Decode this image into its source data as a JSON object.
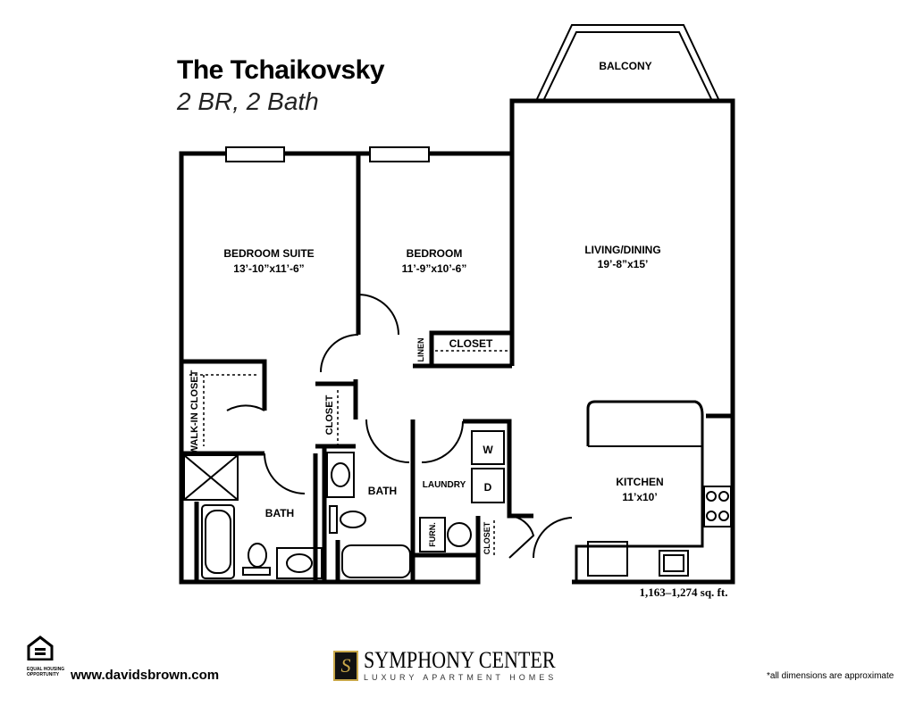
{
  "header": {
    "title": "The Tchaikovsky",
    "subtitle": "2 BR, 2 Bath"
  },
  "rooms": {
    "balcony": "BALCONY",
    "bedroom_suite": {
      "name": "BEDROOM SUITE",
      "dims": "13’-10”x11’-6”"
    },
    "bedroom": {
      "name": "BEDROOM",
      "dims": "11’-9”x10’-6”"
    },
    "living": {
      "name": "LIVING/DINING",
      "dims": "19’-8”x15’"
    },
    "kitchen": {
      "name": "KITCHEN",
      "dims": "11’x10’"
    },
    "closet_bedroom": "CLOSET",
    "linen": "LINEN",
    "walkin": "WALK-IN CLOSET",
    "closet_hall": "CLOSET",
    "bath_suite": "BATH",
    "bath_2": "BATH",
    "laundry": "LAUNDRY",
    "washer": "W",
    "dryer": "D",
    "furnace": "FURN.",
    "closet_entry": "CLOSET"
  },
  "area": "1,163–1,274 sq. ft.",
  "footer": {
    "eho": "EQUAL HOUSING OPPORTUNITY",
    "url": "www.davidsbrown.com",
    "brand_mark": "S",
    "brand": "SYMPHONY CENTER",
    "brand_sub": "LUXURY APARTMENT HOMES",
    "note": "*all dimensions are approximate"
  }
}
